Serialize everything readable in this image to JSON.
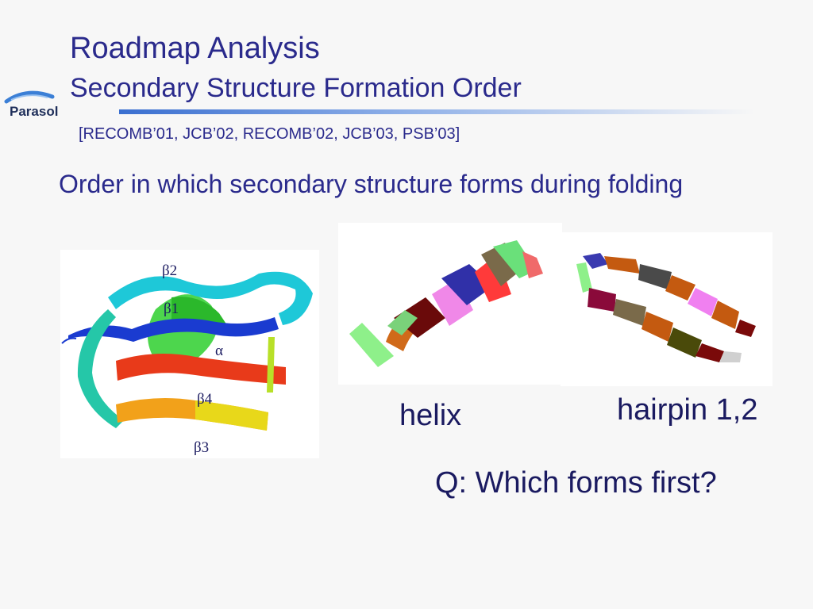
{
  "slide": {
    "title": "Roadmap Analysis",
    "subtitle": "Secondary Structure Formation Order",
    "references": "[RECOMB’01, JCB’02, RECOMB’02, JCB’03, PSB’03]",
    "bullet": "Order in which secondary structure forms during folding",
    "question": "Q: Which forms first?"
  },
  "logo": {
    "text": "Parasol",
    "icon": "parasol-logo-icon"
  },
  "protein_figure": {
    "labels": {
      "beta2": "β2",
      "beta1": "β1",
      "alpha": "α",
      "beta4": "β4",
      "beta3": "β3"
    }
  },
  "captions": {
    "helix": "helix",
    "hairpin": "hairpin 1,2"
  },
  "colors": {
    "text": "#2a2a8c",
    "accent_rule": "#3a6fd0"
  }
}
